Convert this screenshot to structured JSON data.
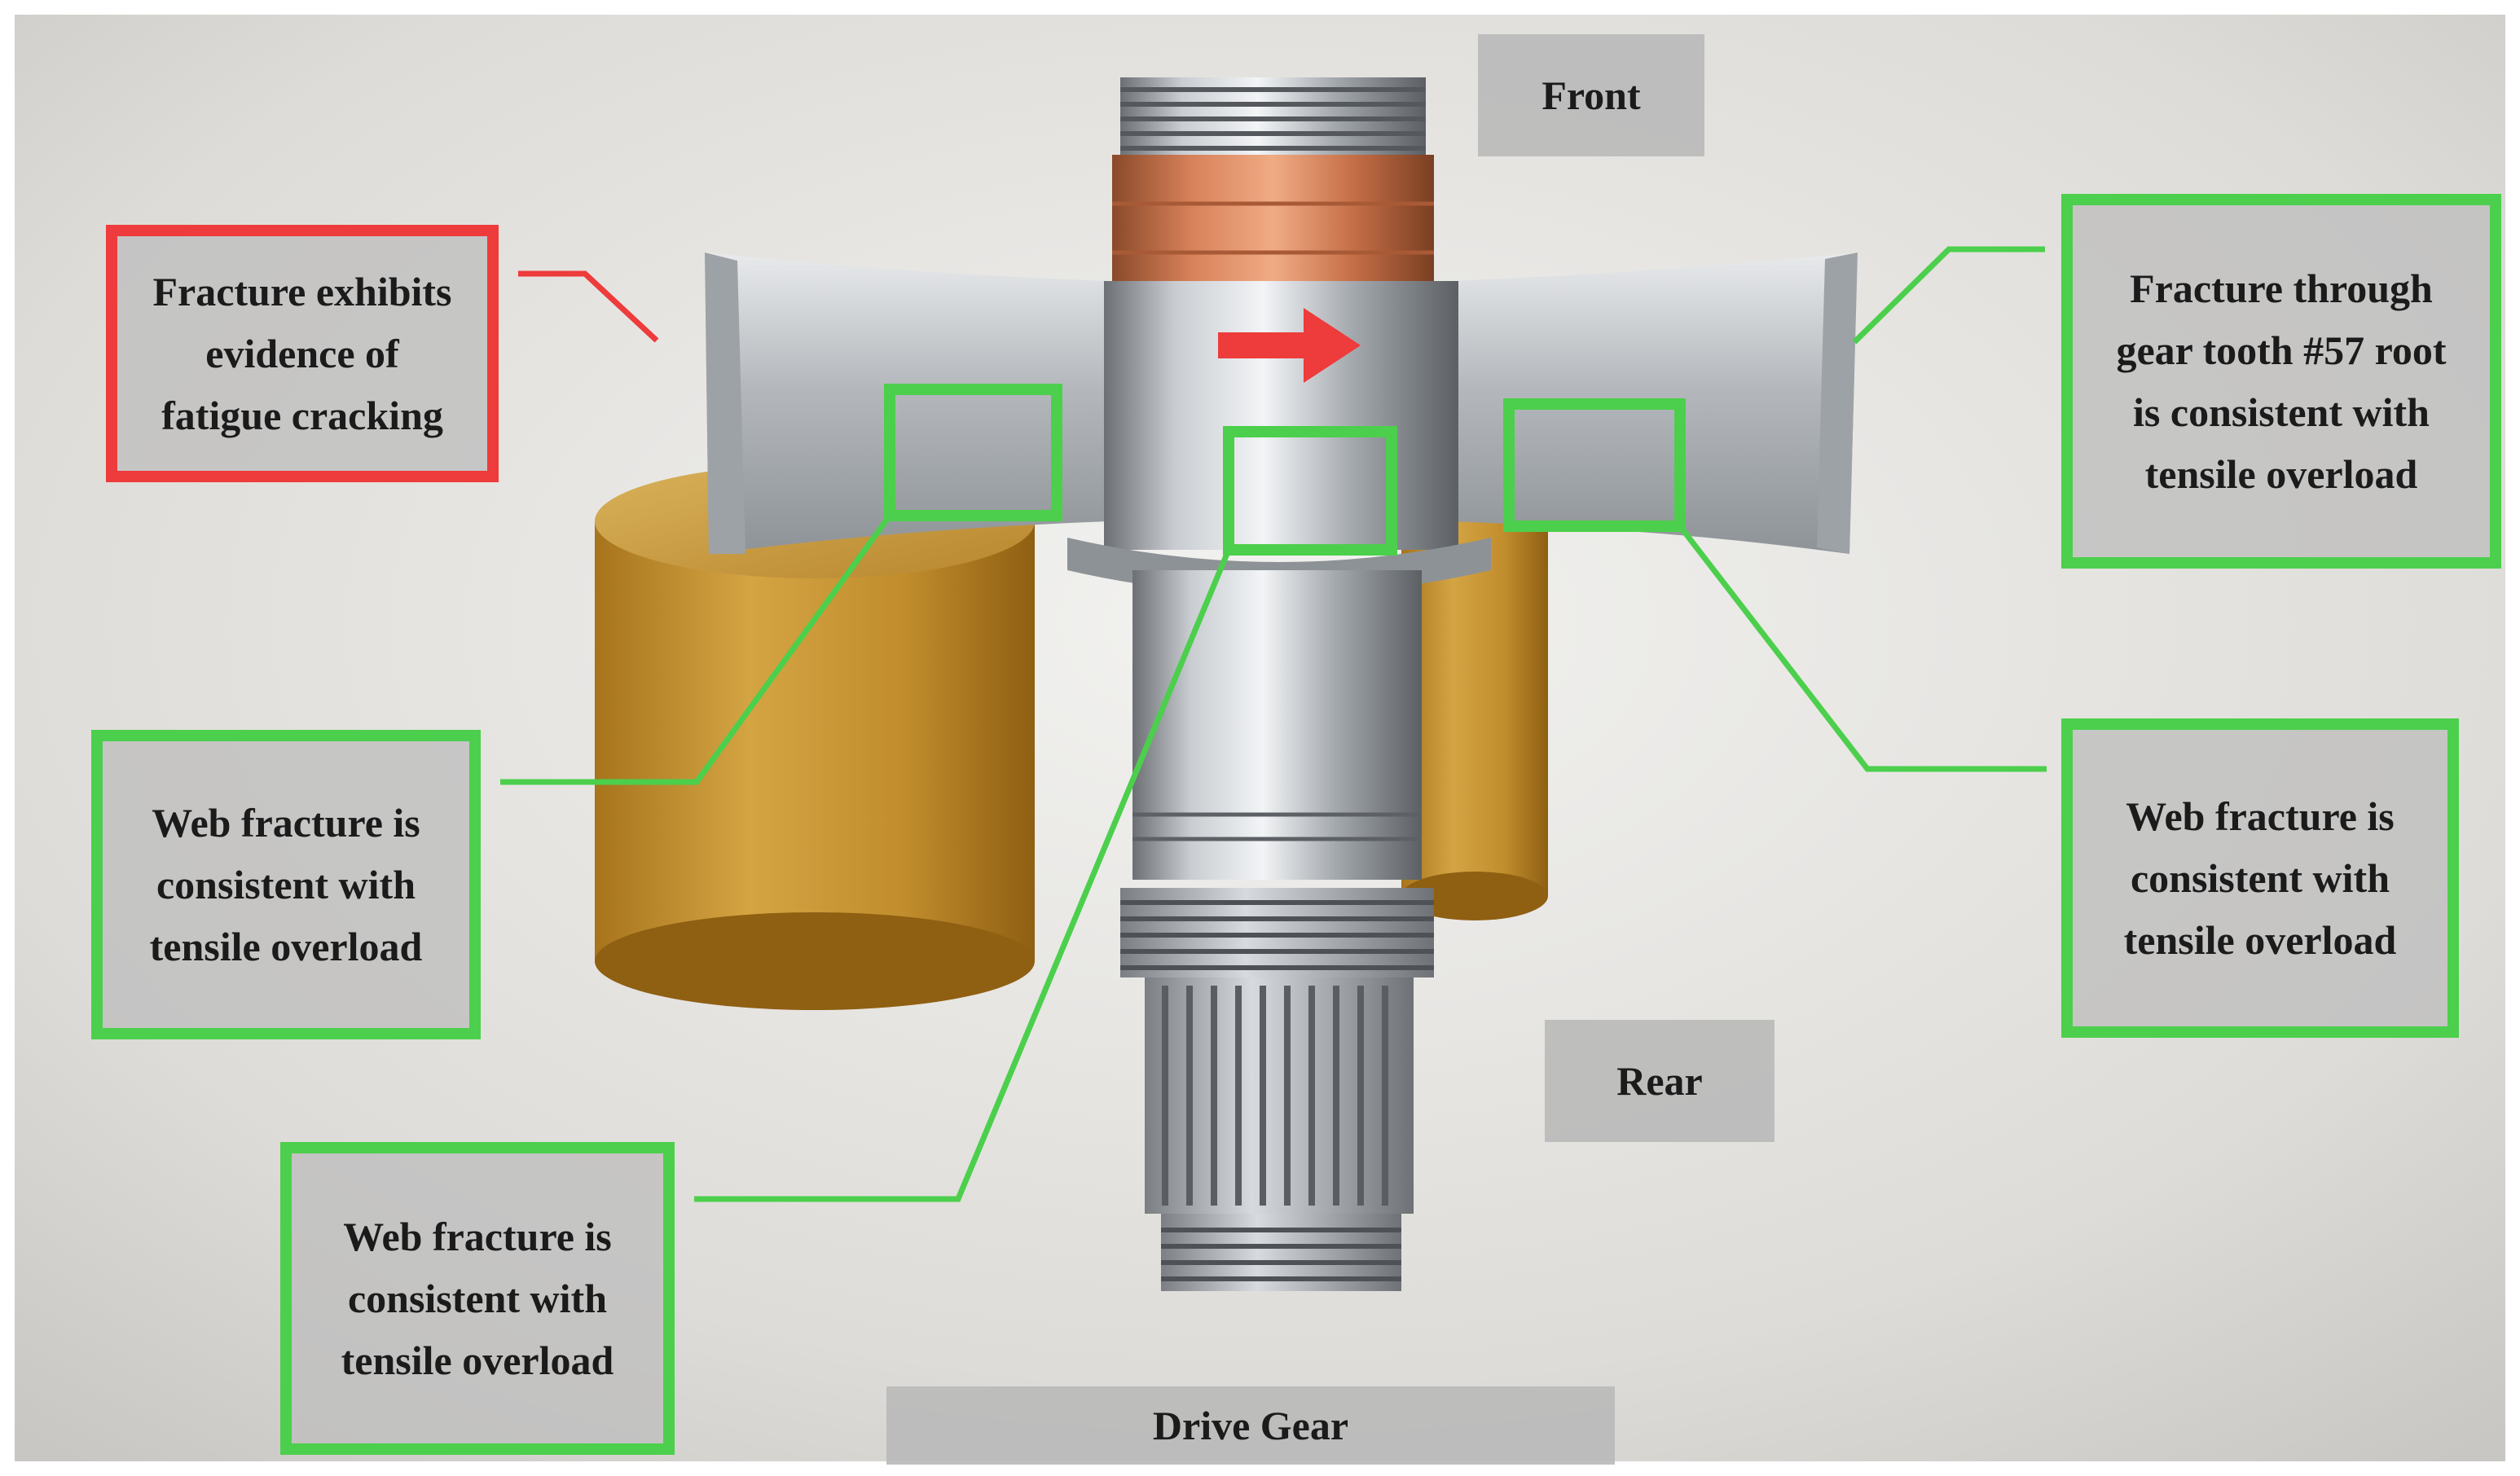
{
  "labels": {
    "front": "Front",
    "rear": "Rear",
    "drive_gear": "Drive Gear"
  },
  "callouts": {
    "fatigue": "Fracture exhibits\nevidence of\nfatigue cracking",
    "tooth_57": "Fracture through\ngear tooth #57 root\nis consistent with\ntensile overload",
    "web_left": "Web fracture is\nconsistent with\ntensile overload",
    "web_bottom": "Web fracture is\nconsistent with\ntensile overload",
    "web_right": "Web fracture is\nconsistent with\ntensile overload"
  },
  "colors": {
    "green": "#4ccf4c",
    "red": "#ee3b3b",
    "arrow": "#ee3b3b"
  }
}
